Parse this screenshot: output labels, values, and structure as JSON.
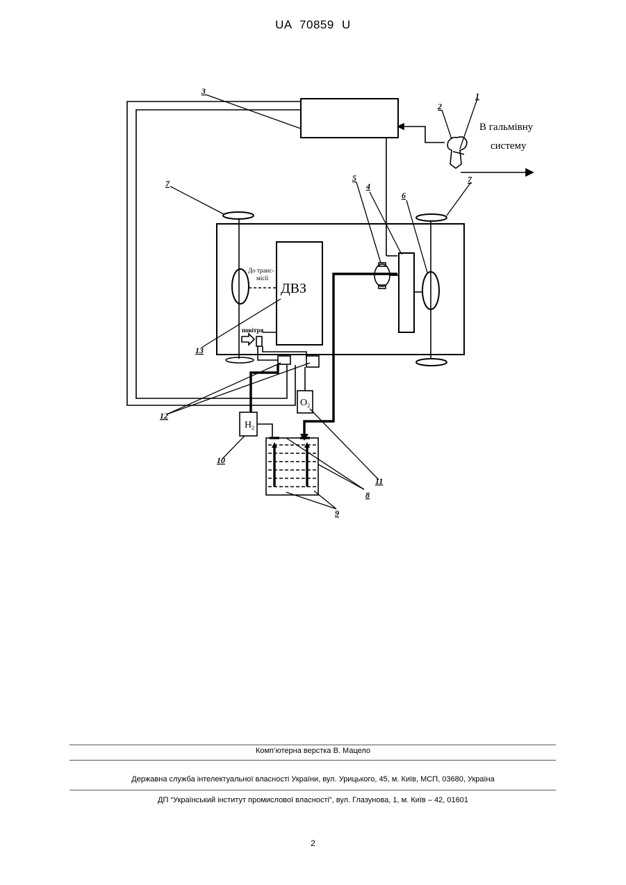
{
  "header": {
    "patent_number": "UA   70859   U"
  },
  "figure": {
    "label_brake_line1": "В гальмівну",
    "label_brake_line2": "систему",
    "label_engine": "ДВЗ",
    "label_transmission_line1": "До транс-",
    "label_transmission_line2": "місії",
    "label_air": "повітря",
    "label_h2": "H",
    "label_h2_sub": "2",
    "label_o2": "O",
    "label_o2_sub": "2",
    "callouts": [
      "1",
      "2",
      "3",
      "4",
      "5",
      "6",
      "7",
      "7",
      "8",
      "9",
      "10",
      "11",
      "12",
      "13"
    ]
  },
  "footer": {
    "layout_credit": "Комп’ютерна верстка В. Мацело",
    "agency": "Державна служба інтелектуальної власності України, вул. Урицького, 45, м. Київ, МСП, 03680, Україна",
    "institute": "ДП “Український інститут промислової власності”, вул. Глазунова, 1, м. Київ – 42, 01601"
  },
  "page_number": "2"
}
